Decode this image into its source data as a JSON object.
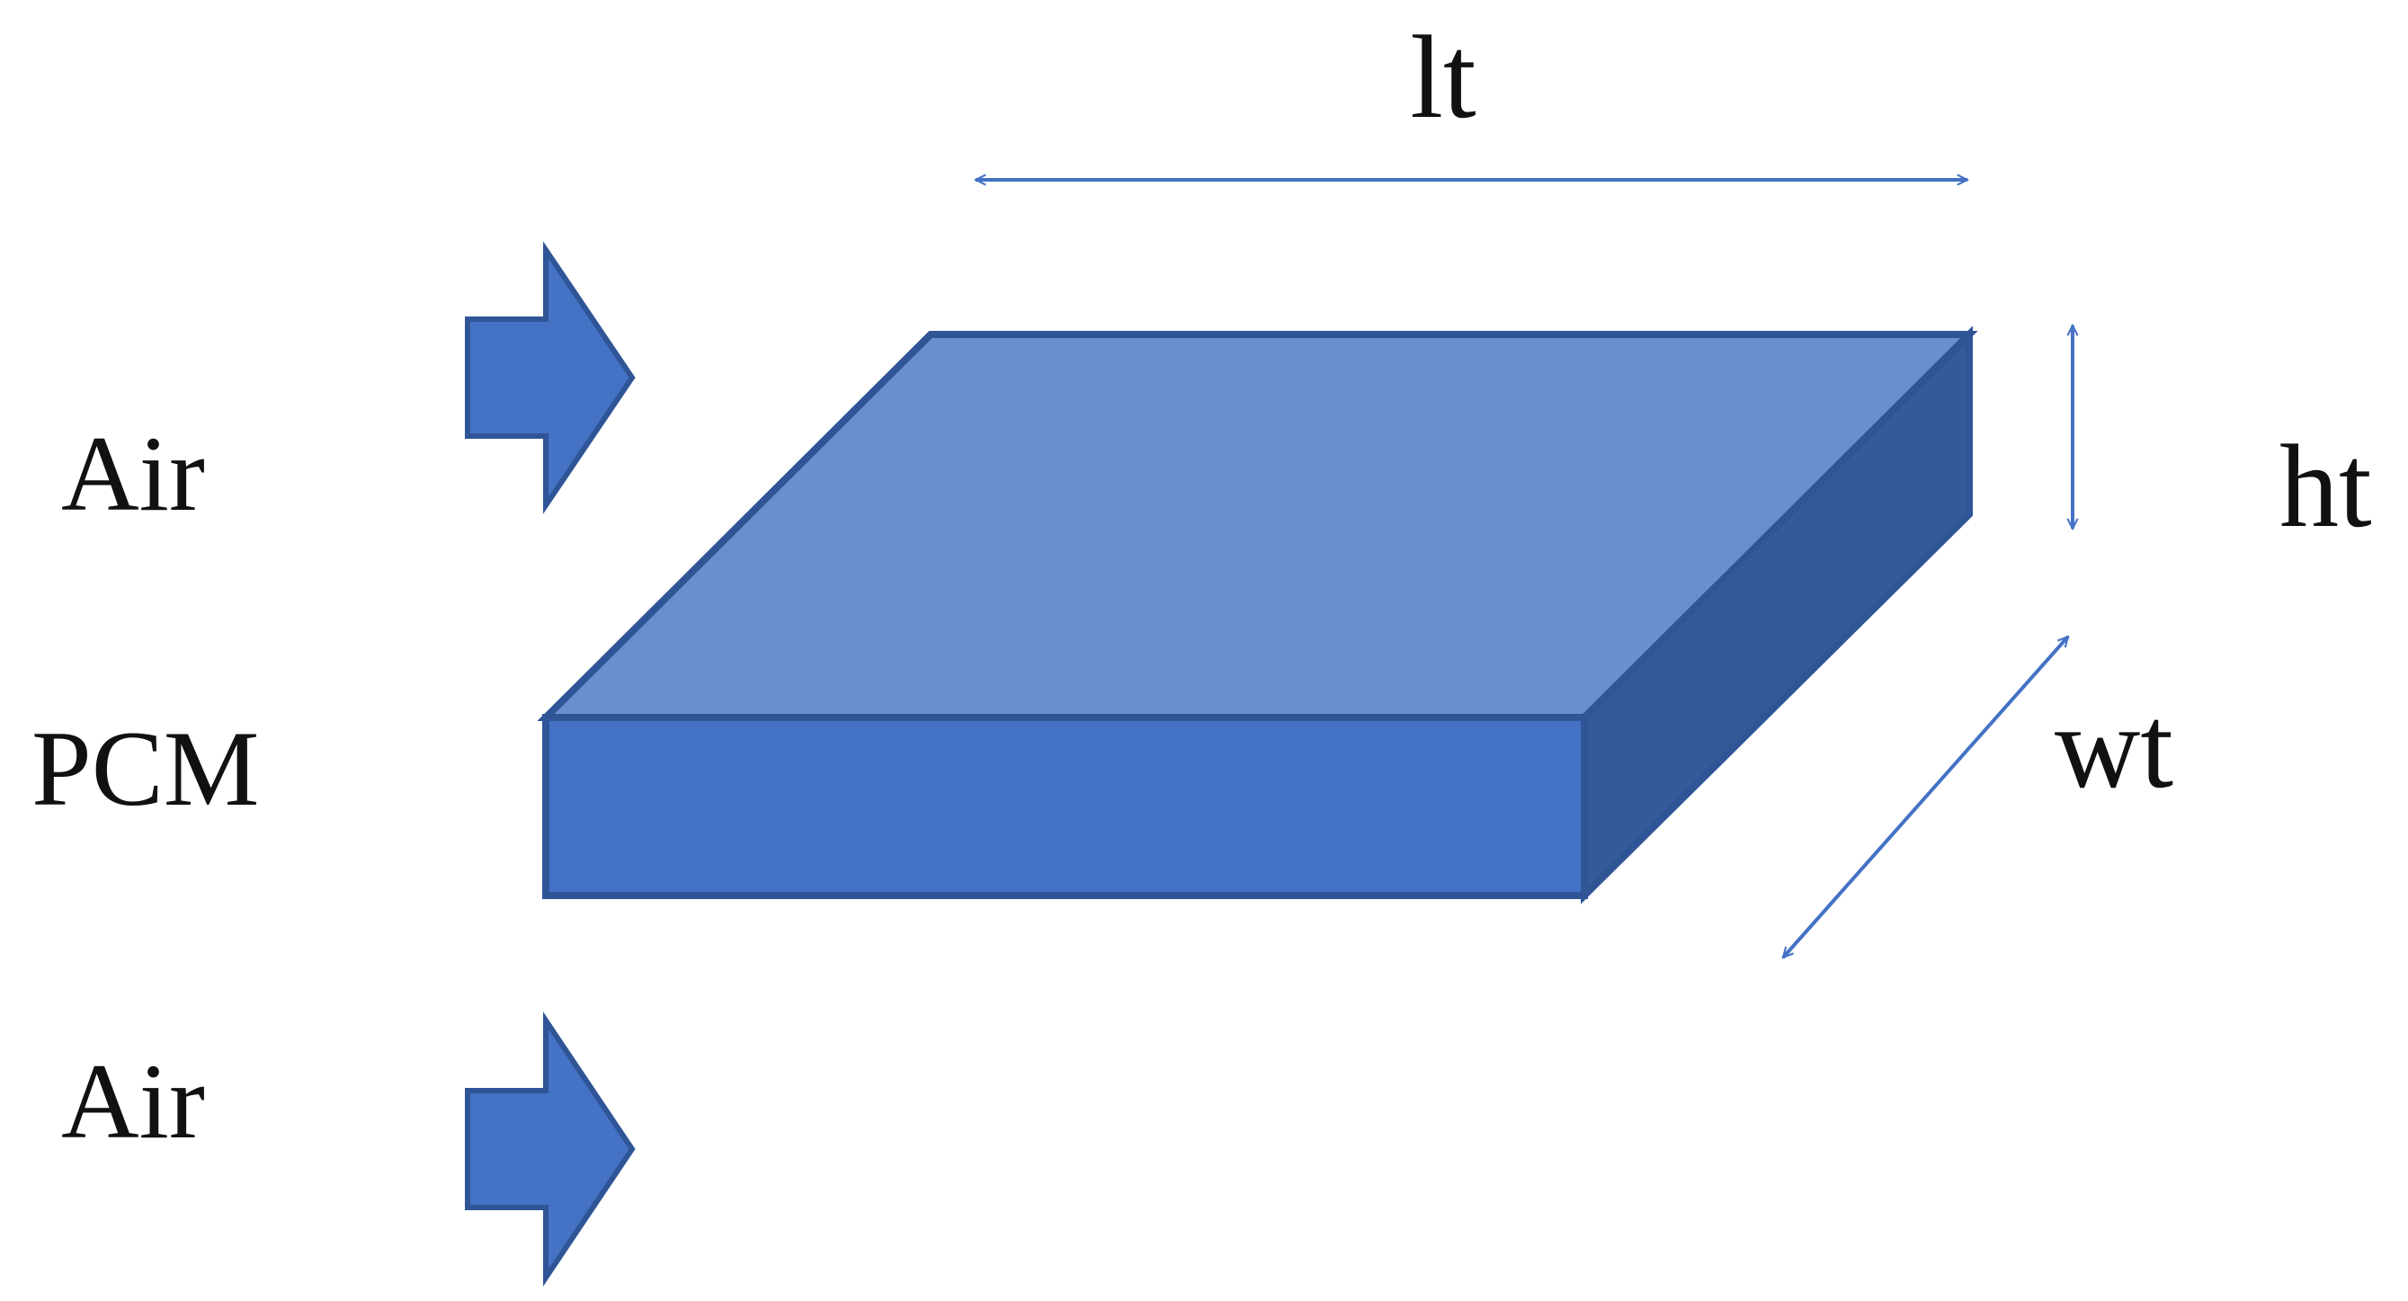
{
  "labels": {
    "length": "lt",
    "height": "ht",
    "width": "wt",
    "air_top": "Air",
    "pcm": "PCM",
    "air_bottom": "Air"
  },
  "colors": {
    "top_face": "#6A8FCF",
    "front_face": "#4472C4",
    "side_face": "#345A9A",
    "outline": "#2F5597",
    "flow_arrow": "#4472C4",
    "dimension_arrow": "#4472C4",
    "text": "#111111"
  },
  "icons": {
    "air_flow_top": "block-arrow-right-icon",
    "air_flow_bottom": "block-arrow-right-icon",
    "length_dimension": "double-arrow-horizontal-icon",
    "height_dimension": "double-arrow-vertical-icon",
    "width_dimension": "double-arrow-diagonal-icon"
  }
}
